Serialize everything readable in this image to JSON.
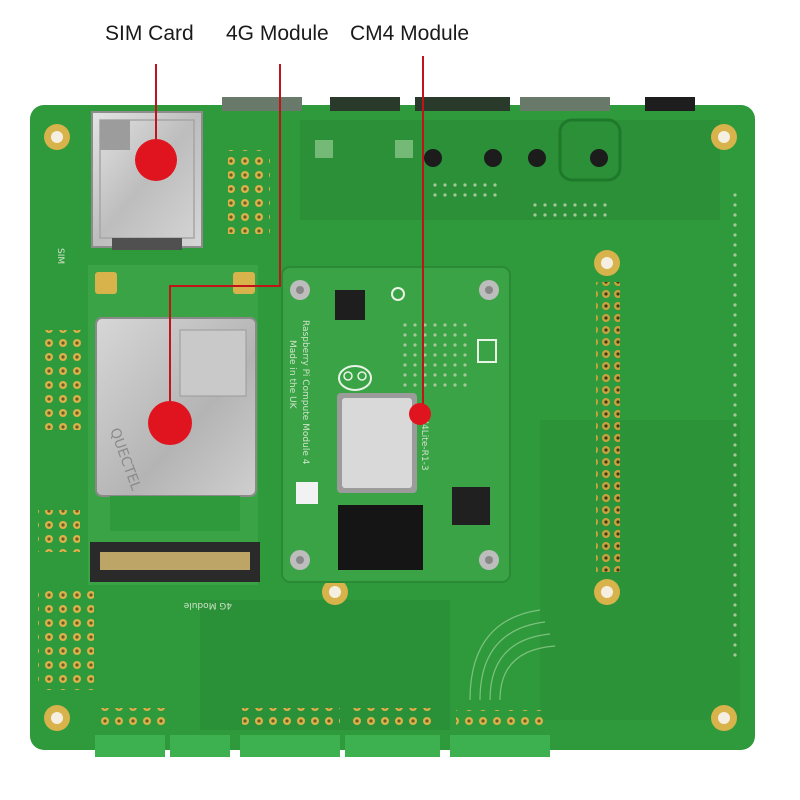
{
  "callouts": {
    "sim_card": "SIM Card",
    "module_4g": "4G Module",
    "cm4_module": "CM4 Module"
  },
  "board_silkscreen": {
    "sim": "SIM",
    "module_4g": "4G Module",
    "cm4_line1": "Raspberry Pi Compute Module 4",
    "cm4_line2": "Made in the UK",
    "cm4_rev": "CM4Lite-R1-3",
    "lte_brand": "QUECTEL"
  },
  "colors": {
    "pcb": "#2f9a3c",
    "pcb_dark": "#237a2e",
    "cm4_board": "#3aa346",
    "gold": "#d8b24a",
    "marker": "#e0141e",
    "leader": "#c0141a",
    "metal": "#c9c9c9"
  },
  "icons": [
    "raspberry-logo-icon",
    "ce-mark-icon",
    "fc-mark-icon",
    "callout-dot-icon"
  ]
}
